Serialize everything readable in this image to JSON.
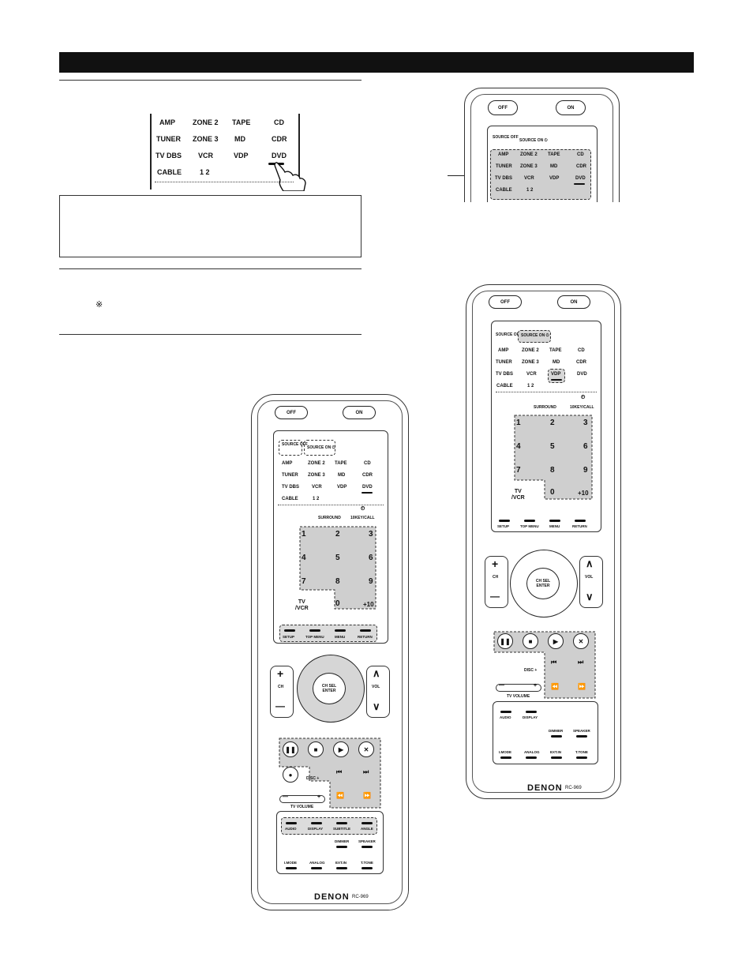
{
  "note_mark": "※",
  "zoom_grid": {
    "rows": [
      [
        "AMP",
        "ZONE 2",
        "TAPE",
        "CD"
      ],
      [
        "TUNER",
        "ZONE 3",
        "MD",
        "CDR"
      ],
      [
        "TV DBS",
        "VCR",
        "VDP",
        "DVD"
      ],
      [
        "CABLE",
        "1 2",
        "",
        ""
      ]
    ]
  },
  "remote": {
    "off": "OFF",
    "on": "ON",
    "source_off": "SOURCE OFF",
    "source_on": "SOURCE ON ⏻",
    "sources": [
      [
        "AMP",
        "ZONE 2",
        "TAPE",
        "CD"
      ],
      [
        "TUNER",
        "ZONE 3",
        "MD",
        "CDR"
      ],
      [
        "TV DBS",
        "VCR",
        "VDP",
        "DVD"
      ],
      [
        "CABLE",
        "1 2",
        "",
        ""
      ]
    ],
    "surround": "SURROUND",
    "tenkey": "10KEY/CALL",
    "digits": [
      "1",
      "2",
      "3",
      "4",
      "5",
      "6",
      "7",
      "8",
      "9"
    ],
    "zero": "0",
    "plus10": "+10",
    "tv_vcr": "TV\n/VCR",
    "menu_row": [
      "SETUP",
      "TOP MENU",
      "MENU",
      "RETURN"
    ],
    "ch": "CH",
    "vol": "VOL",
    "ch_sel": "CH SEL",
    "enter": "ENTER",
    "plus": "+",
    "minus": "—",
    "up": "∧",
    "down": "∨",
    "disc_plus": "DISC +",
    "tv_volume": "TV VOLUME",
    "func_row": [
      "AUDIO",
      "DISPLAY",
      "SUBTITLE",
      "ANGLE"
    ],
    "dimmer": "DIMMER",
    "speaker": "SPEAKER",
    "bottom_row": [
      "I.MODE",
      "ANALOG",
      "EXT.IN",
      "T.TONE"
    ],
    "brand": "DENON",
    "model": "RC-969"
  }
}
